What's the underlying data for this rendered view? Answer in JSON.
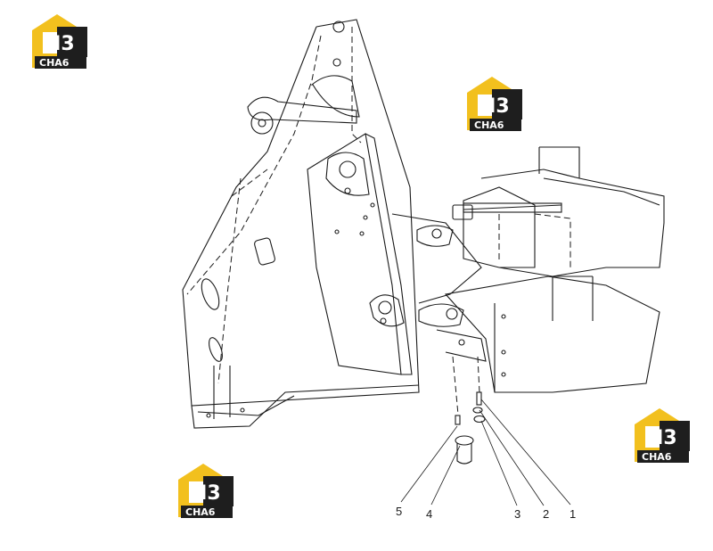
{
  "watermark": {
    "brand_top": "H3",
    "brand_bottom": "CHA6",
    "colors": {
      "yellow": "#F2C01E",
      "dark": "#1E1E1E",
      "white": "#FFFFFF"
    }
  },
  "callouts": [
    "1",
    "2",
    "3",
    "4",
    "5"
  ]
}
